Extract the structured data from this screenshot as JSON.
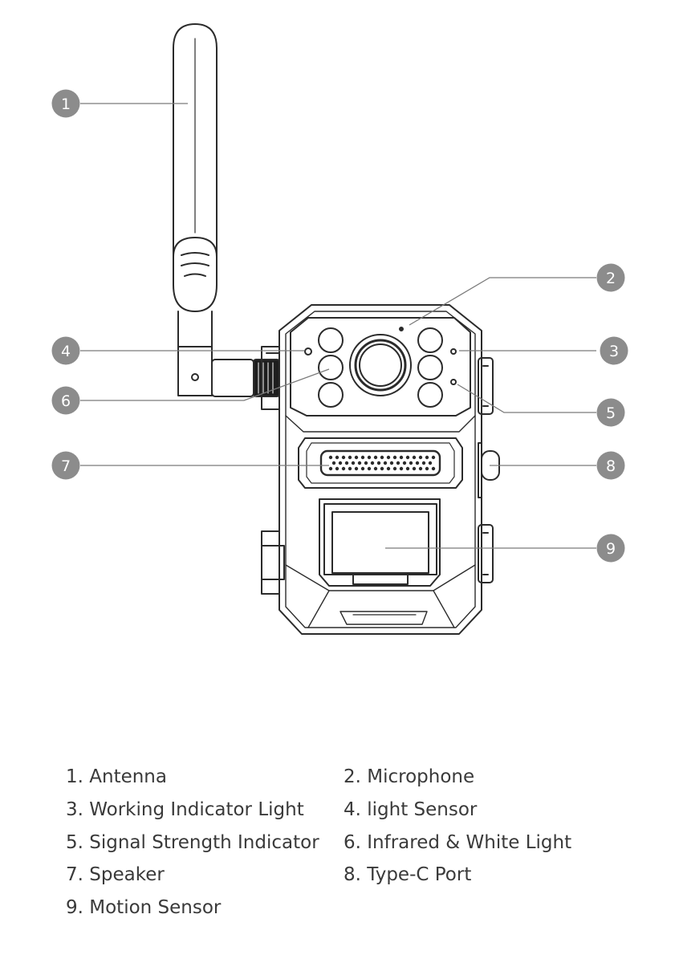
{
  "callouts": [
    {
      "number": "1",
      "label": "Antenna"
    },
    {
      "number": "2",
      "label": "Microphone"
    },
    {
      "number": "3",
      "label": "Working Indicator Light"
    },
    {
      "number": "4",
      "label": "light Sensor"
    },
    {
      "number": "5",
      "label": "Signal Strength Indicator"
    },
    {
      "number": "6",
      "label": "Infrared & White Light"
    },
    {
      "number": "7",
      "label": "Speaker"
    },
    {
      "number": "8",
      "label": "Type-C Port"
    },
    {
      "number": "9",
      "label": "Motion Sensor"
    }
  ],
  "legend": [
    "1. Antenna",
    "2. Microphone",
    "3. Working Indicator Light",
    "4. light Sensor",
    "5. Signal Strength Indicator",
    "6. Infrared & White Light",
    "7. Speaker",
    "8. Type-C Port",
    "9. Motion Sensor"
  ],
  "colors": {
    "badge": "#8c8c8c",
    "outline": "#2b2b2b",
    "leader": "#7a7a7a",
    "text": "#3a3a3a"
  }
}
